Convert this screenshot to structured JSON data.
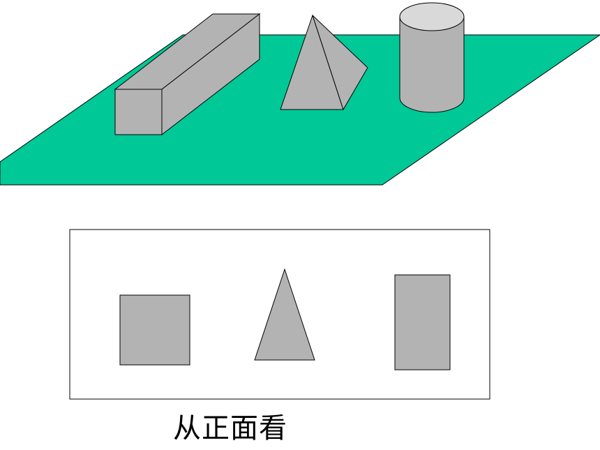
{
  "caption": "从正面看",
  "colors": {
    "ground": "#00c896",
    "solid": "#b3b3b3",
    "solid_top": "#d9d9d9",
    "outline": "#000000",
    "frame": "#000000",
    "background": "#ffffff"
  },
  "scene_3d": {
    "solids": [
      "rectangular-prism",
      "pyramid",
      "cylinder"
    ]
  },
  "front_view": {
    "shapes": [
      "square",
      "triangle",
      "rectangle"
    ]
  }
}
